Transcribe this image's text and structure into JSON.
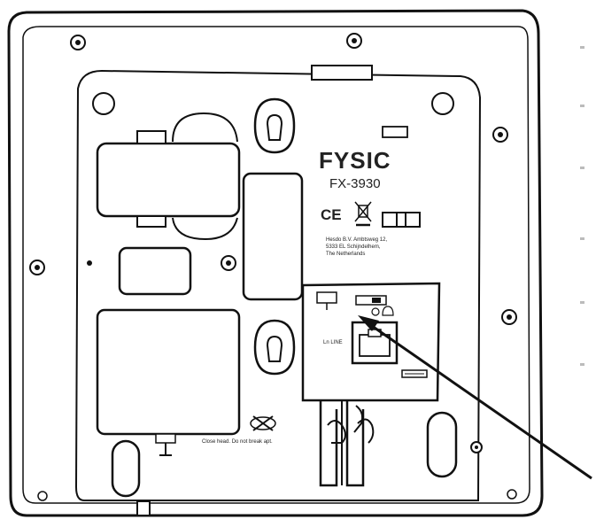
{
  "brand": "FYSIC",
  "model": "FX-3930",
  "ce_mark": "CE",
  "address_lines": [
    "Hesdo B.V. Ambtsweg 12,",
    "5333 EL Schijndelhem,",
    "The Netherlands"
  ],
  "port_label": "Ln LINE",
  "warning_text": "Close head. Do not break apt."
}
